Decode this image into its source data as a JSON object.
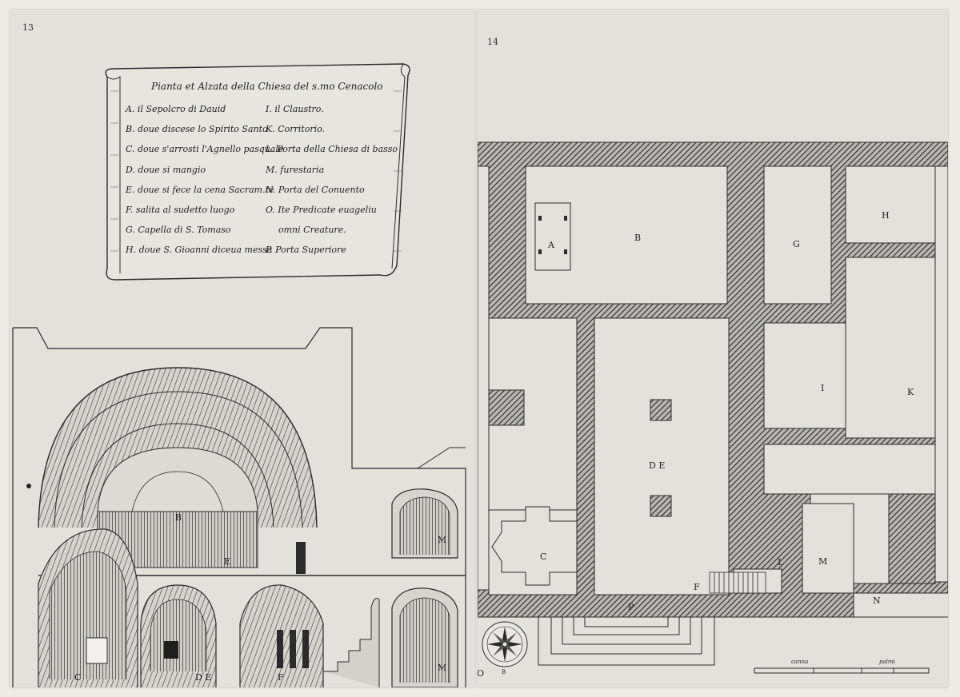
{
  "left_page": {
    "page_number": "13",
    "legend": {
      "title": "Pianta et Alzata della Chiesa del s.mo Cenacolo",
      "left_items": [
        "A. il Sepolcro di Dauid",
        "B. doue discese lo Spirito Santo",
        "C. doue s'arrosti l'Agnello pasquale",
        "D. doue si mangio",
        "E. doue si fece la cena Sacram.te",
        "F. salita al sudetto luogo",
        "G. Capella di S. Tomaso",
        "H. doue S. Gioanni diceua messa"
      ],
      "right_items": [
        "I. il Claustro.",
        "K. Corritorio.",
        "L. Porta della Chiesa di basso",
        "M. furestaria",
        "N. Porta del Conuento",
        "O. Ite Predicate euageliu",
        "omni Creature.",
        "P. Porta Superiore"
      ]
    },
    "elevation_labels": {
      "b": "B",
      "e": "E",
      "c": "C",
      "de": "D E",
      "f": "F",
      "m_upper": "M",
      "m_lower": "M"
    }
  },
  "right_page": {
    "page_number": "14",
    "plan_labels": {
      "a": "A",
      "b": "B",
      "g": "G",
      "h": "H",
      "i": "I",
      "k": "K",
      "de": "D E",
      "c": "C",
      "f": "F",
      "l": "L",
      "m": "M",
      "n": "N",
      "p": "P",
      "o": "O"
    },
    "scale": {
      "left_label": "canna",
      "right_label": "palmi"
    },
    "compass_mark": "B"
  }
}
